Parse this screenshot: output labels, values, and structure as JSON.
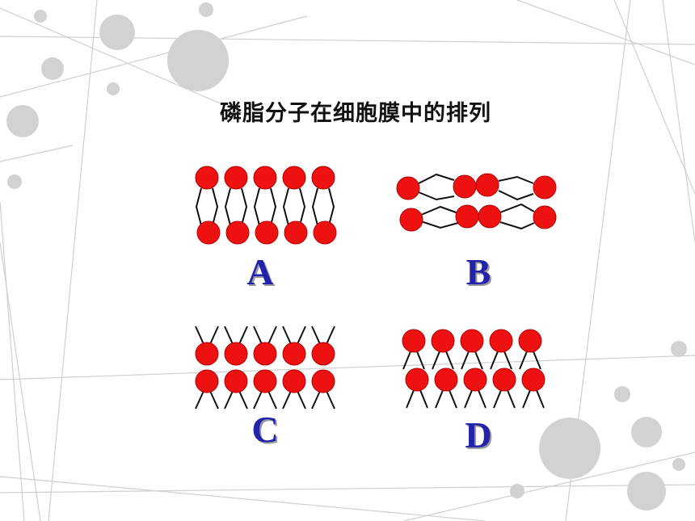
{
  "title": "磷脂分子在细胞膜中的排列",
  "options": [
    {
      "letter": "A"
    },
    {
      "letter": "B"
    },
    {
      "letter": "C"
    },
    {
      "letter": "D"
    }
  ],
  "colors": {
    "head": "#ee1111",
    "head_stroke": "#b30000",
    "tail": "#111111",
    "letter": "#2222aa",
    "decor_circle": "#d2d2d2",
    "decor_line": "#cfcfcf"
  }
}
